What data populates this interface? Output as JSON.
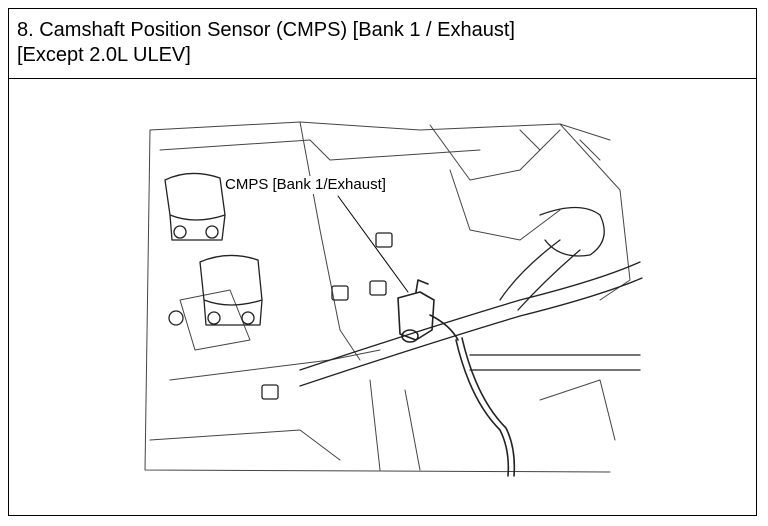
{
  "header": {
    "title_line1": "8. Camshaft Position Sensor (CMPS) [Bank 1 / Exhaust]",
    "title_line2": "[Except 2.0L ULEV]"
  },
  "figure": {
    "callout_label": "CMPS [Bank 1/Exhaust]"
  }
}
